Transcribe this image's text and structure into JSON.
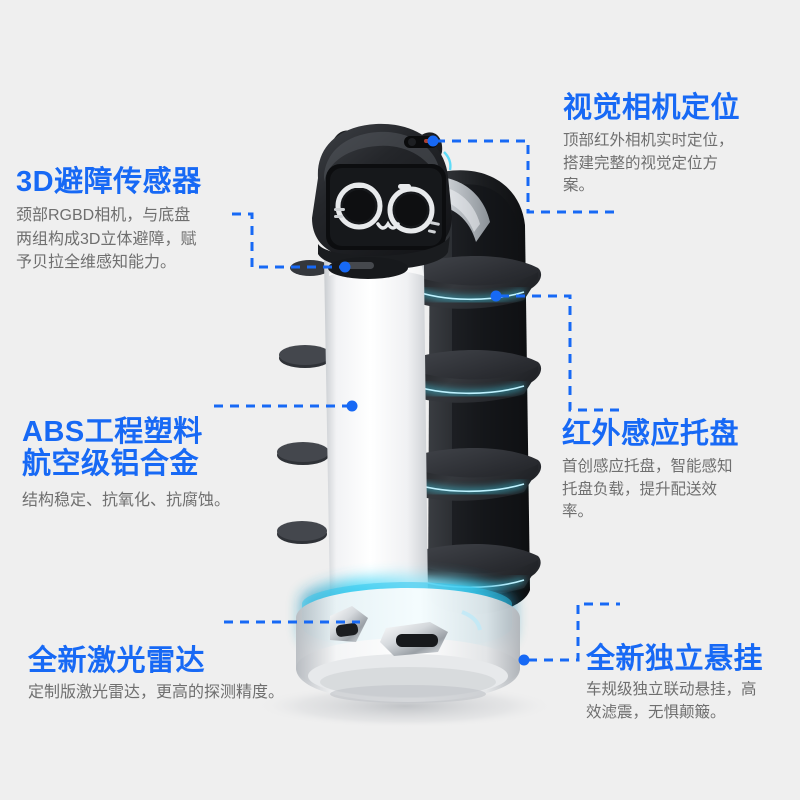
{
  "page": {
    "background_color": "#efefef",
    "accent_color": "#1769f5",
    "title_color": "#1769f5",
    "body_text_color": "#6f6f6f",
    "led_glow_color": "#2fd4f5"
  },
  "callouts": [
    {
      "id": "vision",
      "title": "视觉相机定位",
      "desc": "顶部红外相机实时定位，\n搭建完整的视觉定位方\n案。",
      "side": "right"
    },
    {
      "id": "obstacle",
      "title": "3D避障传感器",
      "desc": "颈部RGBD相机，与底盘\n两组构成3D立体避障，赋\n予贝拉全维感知能力。",
      "side": "left"
    },
    {
      "id": "material",
      "title": "ABS工程塑料\n航空级铝合金",
      "desc": "结构稳定、抗氧化、抗腐蚀。",
      "side": "left"
    },
    {
      "id": "tray",
      "title": "红外感应托盘",
      "desc": "首创感应托盘，智能感知\n托盘负载，提升配送效\n率。",
      "side": "right"
    },
    {
      "id": "lidar",
      "title": "全新激光雷达",
      "desc": "定制版激光雷达，更高的探测精度。",
      "side": "left"
    },
    {
      "id": "suspension",
      "title": "全新独立悬挂",
      "desc": "车规级独立联动悬挂，高\n效滤震，无惧颠簸。",
      "side": "right"
    }
  ],
  "product": {
    "name": "delivery-robot",
    "face": "cat-face-display",
    "tray_count": 4,
    "body_color": "#ffffff",
    "tray_color": "#2b2d31"
  }
}
